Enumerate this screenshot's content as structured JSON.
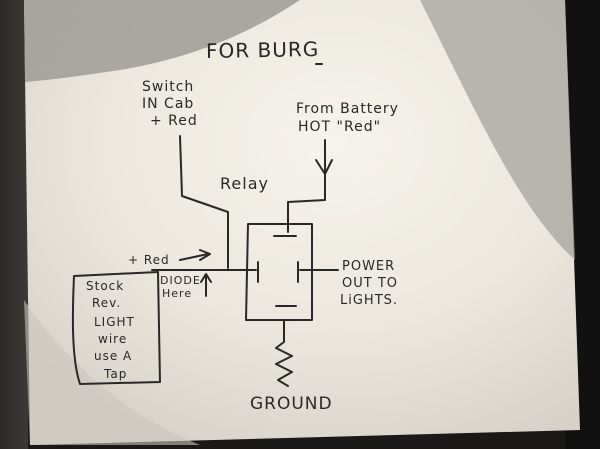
{
  "title": "FOR BURG",
  "labels": {
    "switch_l1": "Switch",
    "switch_l2": "IN Cab",
    "switch_l3": "+ Red",
    "battery_l1": "From Battery",
    "battery_l2": "HOT \"Red\"",
    "relay": "Relay",
    "plus_red": "+ Red",
    "diode_l1": "DIODE",
    "diode_l2": "Here",
    "power_l1": "POWER",
    "power_l2": "OUT TO",
    "power_l3": "LiGHTS.",
    "ground": "GROUND"
  },
  "stock_box": [
    "Stock",
    "Rev.",
    "LIGHT",
    "wire",
    "use A",
    "Tap"
  ],
  "colors": {
    "paper_light": "#f3efe7",
    "paper_shadow": "#8f8c87",
    "ink": "#2a2826",
    "background": "#1a1918"
  }
}
